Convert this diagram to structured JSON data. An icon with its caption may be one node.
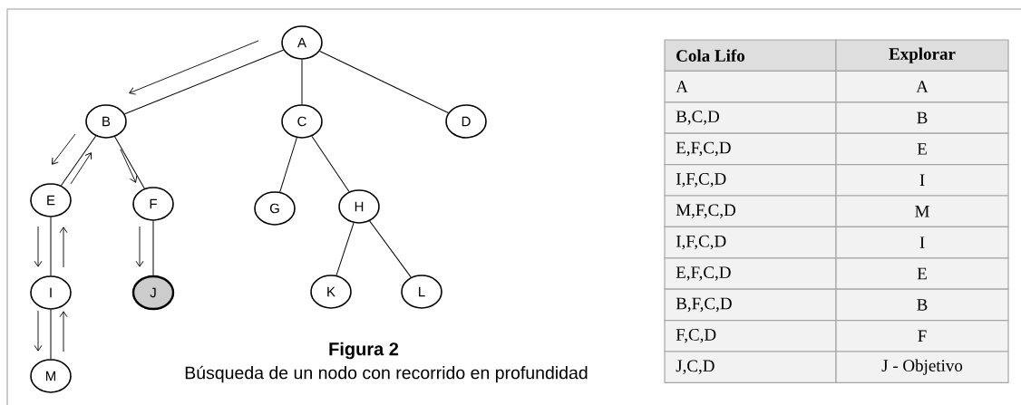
{
  "diagram": {
    "title": "Figura 2",
    "caption": "Búsqueda de un nodo con recorrido en profundidad",
    "nodes": [
      {
        "text": [
          "A"
        ]
      },
      {
        "text": [
          "B"
        ]
      },
      {
        "text": [
          "C"
        ]
      },
      {
        "text": [
          "D"
        ]
      },
      {
        "text": [
          "E"
        ]
      },
      {
        "text": [
          "F"
        ]
      },
      {
        "text": [
          "G"
        ]
      },
      {
        "text": [
          "H"
        ]
      },
      {
        "text": [
          "I"
        ]
      },
      {
        "text": [
          "J"
        ]
      },
      {
        "text": [
          "K"
        ]
      },
      {
        "text": [
          "L"
        ]
      },
      {
        "text": [
          "M"
        ]
      }
    ],
    "edges": [
      {
        "from": 0,
        "to": 1,
        "arrow": "none"
      },
      {
        "from": 0,
        "to": 2,
        "arrow": "none"
      },
      {
        "from": 0,
        "to": 3,
        "arrow": "none"
      },
      {
        "from": 1,
        "to": 4,
        "arrow": "none"
      },
      {
        "from": 1,
        "to": 5,
        "arrow": "none"
      },
      {
        "from": 2,
        "to": 6,
        "arrow": "none"
      },
      {
        "from": 2,
        "to": 7,
        "arrow": "none"
      },
      {
        "from": 4,
        "to": 8,
        "arrow": "none"
      },
      {
        "from": 5,
        "to": 9,
        "arrow": "none"
      },
      {
        "from": 7,
        "to": 10,
        "arrow": "none"
      },
      {
        "from": 7,
        "to": 11,
        "arrow": "none"
      },
      {
        "from": 8,
        "to": 12,
        "arrow": "none"
      }
    ],
    "labels": [
      "Cola Lifo",
      "Explorar",
      "A",
      "A",
      "B,C,D",
      "B",
      "E,F,C,D",
      "E",
      "I,F,C,D",
      "I",
      "M,F,C,D",
      "M",
      "I,F,C,D",
      "I",
      "E,F,C,D",
      "E",
      "B,F,C,D",
      "B",
      "F,C,D",
      "F",
      "J,C,D",
      "J - Objetivo"
    ]
  }
}
